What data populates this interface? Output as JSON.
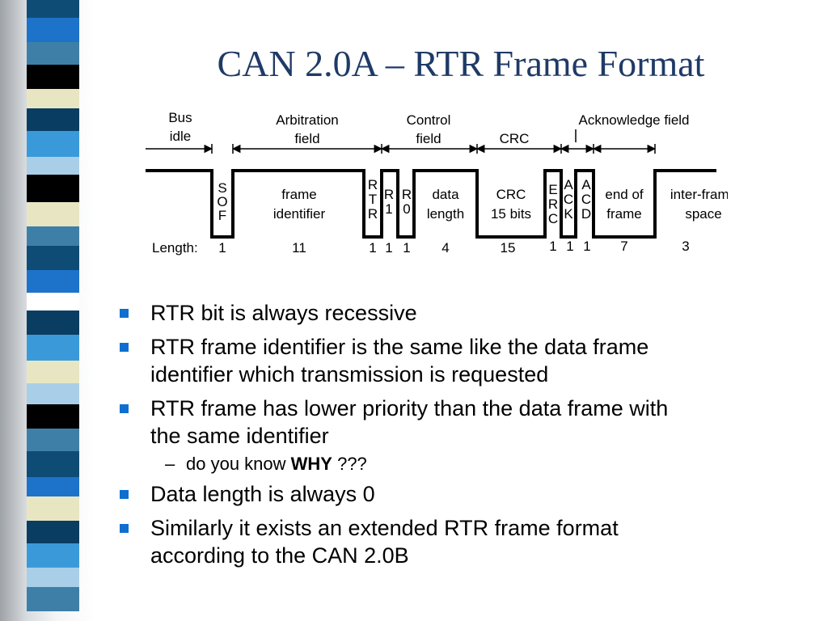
{
  "slide": {
    "title": "CAN 2.0A – RTR Frame Format"
  },
  "decor": {
    "strip_colors": [
      "#0f4c75",
      "#3a9ad9",
      "#e8e6c2",
      "#000000",
      "#3e7fa8",
      "#0a3d62",
      "#a9cfe8",
      "#1d73c9",
      "#ffffff"
    ]
  },
  "diagram": {
    "headers": {
      "bus_idle": [
        "Bus",
        "idle"
      ],
      "arbitration": [
        "Arbitration",
        "field"
      ],
      "control": [
        "Control",
        "field"
      ],
      "crc": "CRC",
      "acknowledge": "Acknowledge field"
    },
    "fields": {
      "sof": [
        "S",
        "O",
        "F"
      ],
      "frame_identifier": [
        "frame",
        "identifier"
      ],
      "rtr": [
        "R",
        "T",
        "R"
      ],
      "r1": [
        "R",
        "1"
      ],
      "r0": [
        "R",
        "0"
      ],
      "data_length": [
        "data",
        "length"
      ],
      "crc": [
        "CRC",
        "15 bits"
      ],
      "erc": [
        "E",
        "R",
        "C"
      ],
      "ack": [
        "A",
        "C",
        "K"
      ],
      "acd": [
        "A",
        "C",
        "D"
      ],
      "eof": [
        "end of",
        "frame"
      ],
      "ifs": [
        "inter-frame",
        "space"
      ]
    },
    "length_label": "Length:",
    "lengths": {
      "sof": "1",
      "frame_identifier": "11",
      "rtr": "1",
      "r1": "1",
      "r0": "1",
      "data_length": "4",
      "crc": "15",
      "erc": "1",
      "ack": "1",
      "acd": "1",
      "eof": "7",
      "ifs": "3"
    }
  },
  "bullets": {
    "b1": "RTR bit is always recessive",
    "b2_l1": "RTR frame identifier is the same like the data frame",
    "b2_l2": "identifier which transmission is requested",
    "b3_l1": "RTR frame has lower priority than the data frame with",
    "b3_l2": "the same identifier",
    "sub_dash": "–",
    "sub_pre": "do you know ",
    "sub_bold": "WHY",
    "sub_post": " ???",
    "b4": "Data length is always 0",
    "b5_l1": "Similarly it exists an extended RTR frame format",
    "b5_l2": "according to the CAN 2.0B"
  }
}
